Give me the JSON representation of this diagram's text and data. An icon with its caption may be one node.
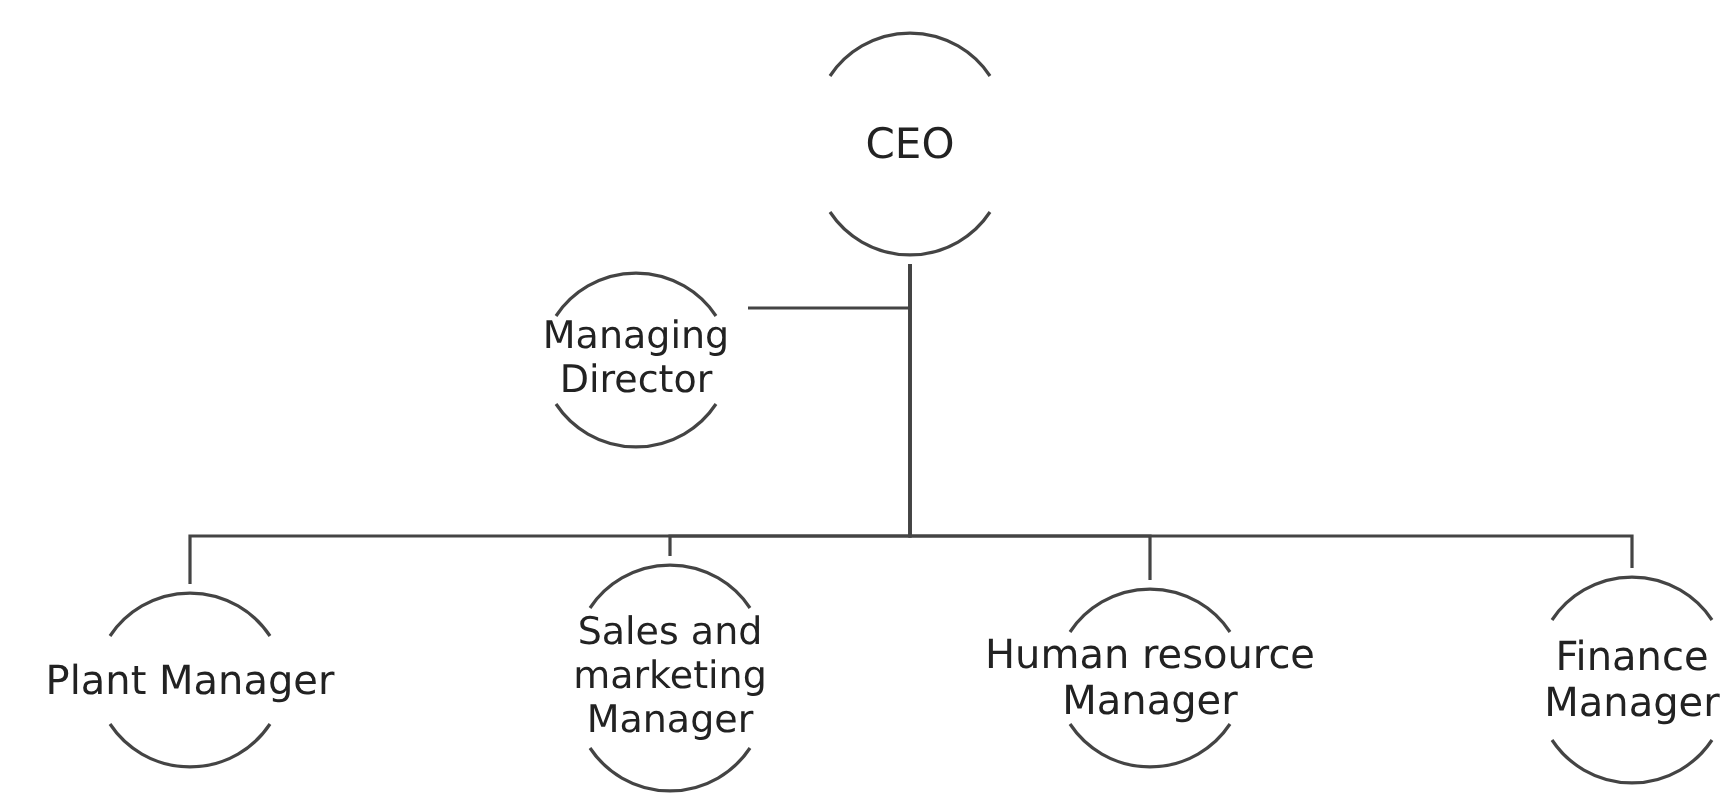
{
  "diagram": {
    "nodes": [
      {
        "text": [
          "CEO"
        ]
      },
      {
        "text": [
          "Managing Director"
        ]
      },
      {
        "text": [
          "Plant Manager"
        ]
      },
      {
        "text": [
          "Sales and marketing Manager"
        ]
      },
      {
        "text": [
          "Human resource Manager"
        ]
      },
      {
        "text": [
          "Finance Manager"
        ]
      }
    ],
    "edges": [
      {
        "from": 0,
        "to": 1,
        "arrow": "none"
      },
      {
        "from": 0,
        "to": 2,
        "arrow": "none"
      },
      {
        "from": 0,
        "to": 3,
        "arrow": "none"
      },
      {
        "from": 0,
        "to": 4,
        "arrow": "none"
      },
      {
        "from": 0,
        "to": 5,
        "arrow": "none"
      }
    ]
  }
}
